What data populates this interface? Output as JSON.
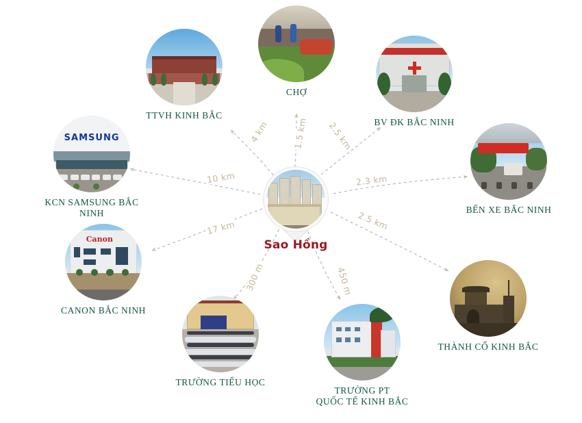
{
  "center": {
    "title": "Sao Hồng",
    "title_color": "#9e1822",
    "icon": "map-pin-marker"
  },
  "style": {
    "label_color": "#14573d",
    "distance_color": "#c3b79a",
    "background": "#ffffff"
  },
  "pois": [
    {
      "id": "ttvh",
      "label": "TTVH KINH BẮC",
      "distance": "4 km"
    },
    {
      "id": "cho",
      "label": "CHỢ",
      "distance": "1.5 km"
    },
    {
      "id": "bvdk",
      "label": "BV ĐK BẮC NINH",
      "distance": "2.5 km"
    },
    {
      "id": "benxe",
      "label": "BẾN XE BẮC NINH",
      "distance": "2.3 km"
    },
    {
      "id": "thanhco",
      "label": "THÀNH CỔ KINH BẮC",
      "distance": "2.5 km"
    },
    {
      "id": "truongpt",
      "label": "TRƯỜNG PT\nQUỐC TẾ KINH BẮC",
      "distance": "450 m"
    },
    {
      "id": "tieuhoc",
      "label": "TRƯỜNG TIỂU HỌC",
      "distance": "300 m"
    },
    {
      "id": "canon",
      "label": "CANON BẮC NINH",
      "distance": "17 km"
    },
    {
      "id": "samsung",
      "label": "KCN SAMSUNG BẮC NINH",
      "distance": "10 km"
    }
  ],
  "thumb_text": {
    "samsung_logo": "SAMSUNG",
    "canon_logo": "Canon"
  },
  "chart_data": {
    "type": "diagram",
    "title": "Sao Hồng — bản đồ liên kết vùng",
    "center": "Sao Hồng",
    "nodes": [
      {
        "name": "TTVH KINH BẮC",
        "distance_km": 4,
        "distance_label": "4 km",
        "bearing_deg": 305
      },
      {
        "name": "CHỢ",
        "distance_km": 1.5,
        "distance_label": "1.5 km",
        "bearing_deg": 0
      },
      {
        "name": "BV ĐK BẮC NINH",
        "distance_km": 2.5,
        "distance_label": "2.5 km",
        "bearing_deg": 52
      },
      {
        "name": "BẾN XE BẮC NINH",
        "distance_km": 2.3,
        "distance_label": "2.3 km",
        "bearing_deg": 85
      },
      {
        "name": "THÀNH CỔ KINH BẮC",
        "distance_km": 2.5,
        "distance_label": "2.5 km",
        "bearing_deg": 128
      },
      {
        "name": "TRƯỜNG PT QUỐC TẾ KINH BẮC",
        "distance_km": 0.45,
        "distance_label": "450 m",
        "bearing_deg": 168
      },
      {
        "name": "TRƯỜNG TIỂU HỌC",
        "distance_km": 0.3,
        "distance_label": "300 m",
        "bearing_deg": 205
      },
      {
        "name": "CANON BẮC NINH",
        "distance_km": 17,
        "distance_label": "17 km",
        "bearing_deg": 248
      },
      {
        "name": "KCN SAMSUNG BẮC NINH",
        "distance_km": 10,
        "distance_label": "10 km",
        "bearing_deg": 272
      }
    ]
  }
}
